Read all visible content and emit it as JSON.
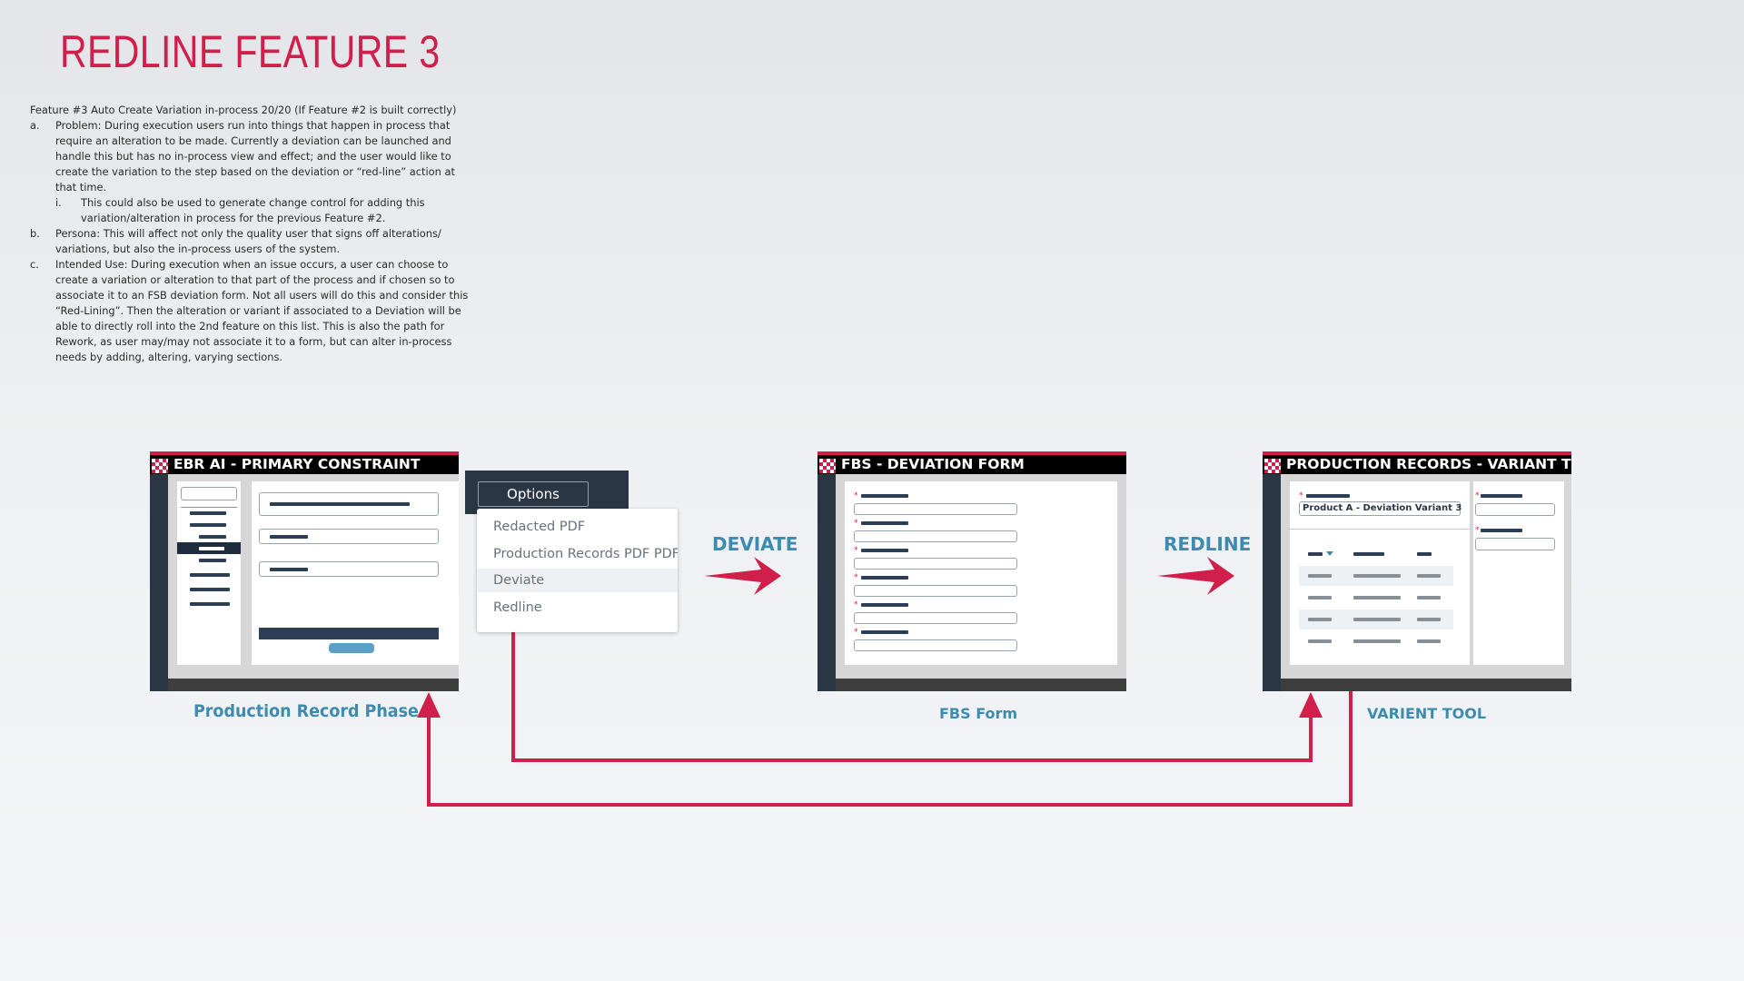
{
  "title": "REDLINE FEATURE 3",
  "notes": {
    "heading": "Feature #3 Auto Create Variation in-process 20/20 (If Feature #2 is built correctly)",
    "a_marker": "a.",
    "a_lines": [
      "Problem: During execution users run into things that happen in process that",
      "require an alteration to be made. Currently a deviation can be launched and",
      "handle this but has no in-process view and effect; and the user would like to",
      "create the variation to the step based on the deviation or “red-line” action at",
      "that time."
    ],
    "i_marker": "i.",
    "i_lines": [
      "This could also be used to generate change control for adding this",
      "variation/alteration in process for the previous Feature #2."
    ],
    "b_marker": "b.",
    "b_lines": [
      "Persona: This will affect not only the quality user that signs off alterations/",
      "variations, but also the in-process users of the system."
    ],
    "c_marker": "c.",
    "c_lines": [
      "Intended Use: During execution when an issue occurs, a user can choose to",
      "create a variation or alteration to that part of the process and if chosen so to",
      "associate it to an FSB deviation form. Not all users will do this and consider this",
      "“Red-Lining”. Then the alteration or variant if associated to a Deviation will be",
      "able to directly roll into the 2nd feature on this list. This is also the path for",
      "Rework, as user may/may not associate it to a form, but can alter in-process",
      "needs by adding, altering, varying sections."
    ]
  },
  "screens": {
    "ebr": {
      "title": "EBR AI - PRIMARY CONSTRAINT",
      "caption": "Production Record Phase"
    },
    "fbs": {
      "title": "FBS - DEVIATION FORM",
      "caption": "FBS Form"
    },
    "variant": {
      "title": "PRODUCTION RECORDS - VARIANT TOOL",
      "caption": "VARIENT TOOL",
      "field_value": "Product A - Deviation Variant 3"
    }
  },
  "options_menu": {
    "button_label": "Options",
    "items": [
      "Redacted PDF",
      "Production Records PDF PDF",
      "Deviate",
      "Redline"
    ],
    "highlighted_index": 2
  },
  "flows": {
    "deviate": "DEVIATE",
    "redline": "REDLINE"
  },
  "colors": {
    "accent": "#d01f4b",
    "label_blue": "#3d8cb0",
    "navy": "#2b3645"
  }
}
